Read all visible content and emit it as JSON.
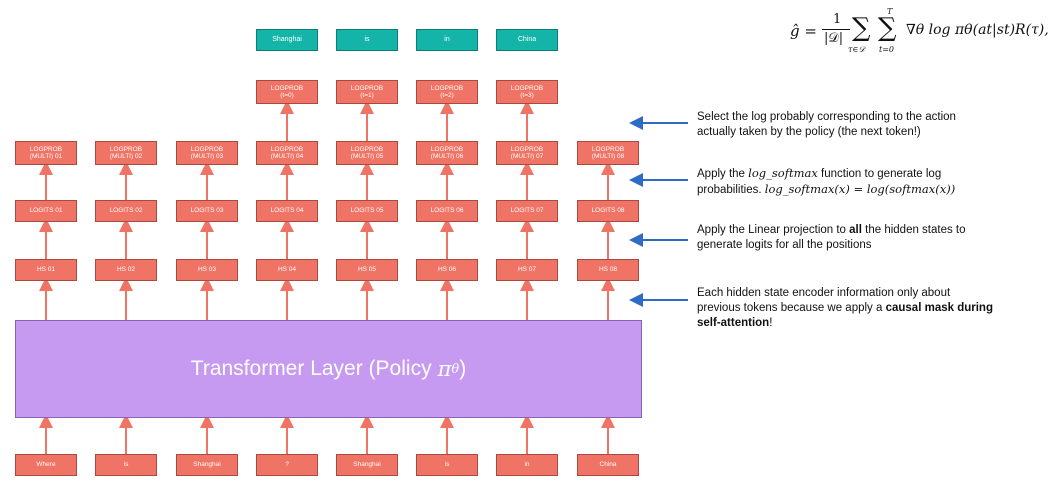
{
  "columns": {
    "inputs": [
      "Where",
      "is",
      "Shanghai",
      "?",
      "Shanghai",
      "is",
      "in",
      "China"
    ],
    "hidden_states": [
      "HS 01",
      "HS 02",
      "HS 03",
      "HS 04",
      "HS 05",
      "HS 06",
      "HS 07",
      "HS 08"
    ],
    "logits": [
      "LOGITS 01",
      "LOGITS 02",
      "LOGITS 03",
      "LOGITS 04",
      "LOGITS 05",
      "LOGITS 06",
      "LOGITS 07",
      "LOGITS 08"
    ],
    "logprob_multi": [
      [
        "LOGPROB",
        "(MULTI) 01"
      ],
      [
        "LOGPROB",
        "(MULTI) 02"
      ],
      [
        "LOGPROB",
        "(MULTI) 03"
      ],
      [
        "LOGPROB",
        "(MULTI) 04"
      ],
      [
        "LOGPROB",
        "(MULTI) 05"
      ],
      [
        "LOGPROB",
        "(MULTI) 06"
      ],
      [
        "LOGPROB",
        "(MULTI) 07"
      ],
      [
        "LOGPROB",
        "(MULTI) 08"
      ]
    ],
    "logprob_selected": [
      [
        "LOGPROB",
        "(t=0)"
      ],
      [
        "LOGPROB",
        "(t=1)"
      ],
      [
        "LOGPROB",
        "(t=2)"
      ],
      [
        "LOGPROB",
        "(t=3)"
      ]
    ],
    "outputs": [
      "Shanghai",
      "is",
      "in",
      "China"
    ]
  },
  "transformer": {
    "label": "Transformer Layer (Policy",
    "symbol": "π",
    "subscript": "θ",
    "close": ")"
  },
  "formula": {
    "lhs": "ĝ =",
    "frac_num": "1",
    "frac_den": "|𝒟|",
    "sum1": "∑",
    "sum1_sub": "τ∈𝒟",
    "sum2": "∑",
    "sum2_sub": "t=0",
    "sum2_sup": "T",
    "body": "∇θ log πθ(at|st)R(τ),"
  },
  "notes": {
    "select": {
      "line1": "Select the log probably corresponding to the action",
      "line2": "actually taken by the policy (the next token!)"
    },
    "softmax": {
      "pre": "Apply the ",
      "fn": "log_softmax",
      "post": " function to generate log",
      "line2_pre": "probabilities. ",
      "eq": "log_softmax(x) = log(softmax(x))"
    },
    "linear": {
      "pre": "Apply the Linear projection to ",
      "bold": "all",
      "post": " the hidden states to",
      "line2": "generate logits for all the positions"
    },
    "hidden": {
      "line1": "Each hidden state encoder information only about",
      "line2_pre": "previous tokens because we apply a ",
      "bold1": "causal mask during",
      "bold2": "self-attention",
      "end": "!"
    }
  },
  "colors": {
    "box": "#f07466",
    "teal": "#14b5a8",
    "transformer": "#c69af0",
    "arrow_red": "#f07466",
    "arrow_blue": "#2f6bc4"
  }
}
